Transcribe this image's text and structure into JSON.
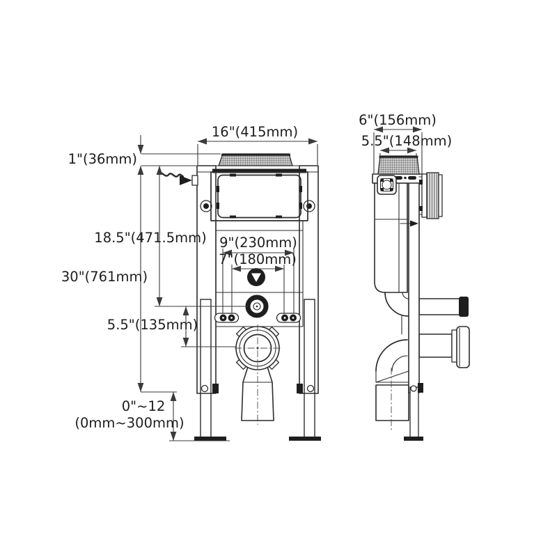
{
  "drawing": {
    "subject": "in-wall concealed cistern carrier frame, dimensioned front and side views",
    "colors": {
      "line": "#2b2b2b",
      "dimension_line": "#3a3a3a",
      "text": "#1d1d1d",
      "dark_fill": "#1e1e1e",
      "paper": "#ffffff"
    },
    "dims": {
      "front_width": "16\"(415mm)",
      "front_flange_height": "1\"(36mm)",
      "front_height_flush": "18.5\"(471.5mm)",
      "front_height_total": "30\"(761mm)",
      "front_bolts_outer": "9\"(230mm)",
      "front_bolts_inner": "7\"(180mm)",
      "front_flush_to_outlet": "5.5\"(135mm)",
      "front_leg_range_inch": "0\"~12",
      "front_leg_range_mm": "(0mm~300mm)",
      "side_depth_outer": "6\"(156mm)",
      "side_depth_top": "5.5\"(148mm)"
    }
  }
}
